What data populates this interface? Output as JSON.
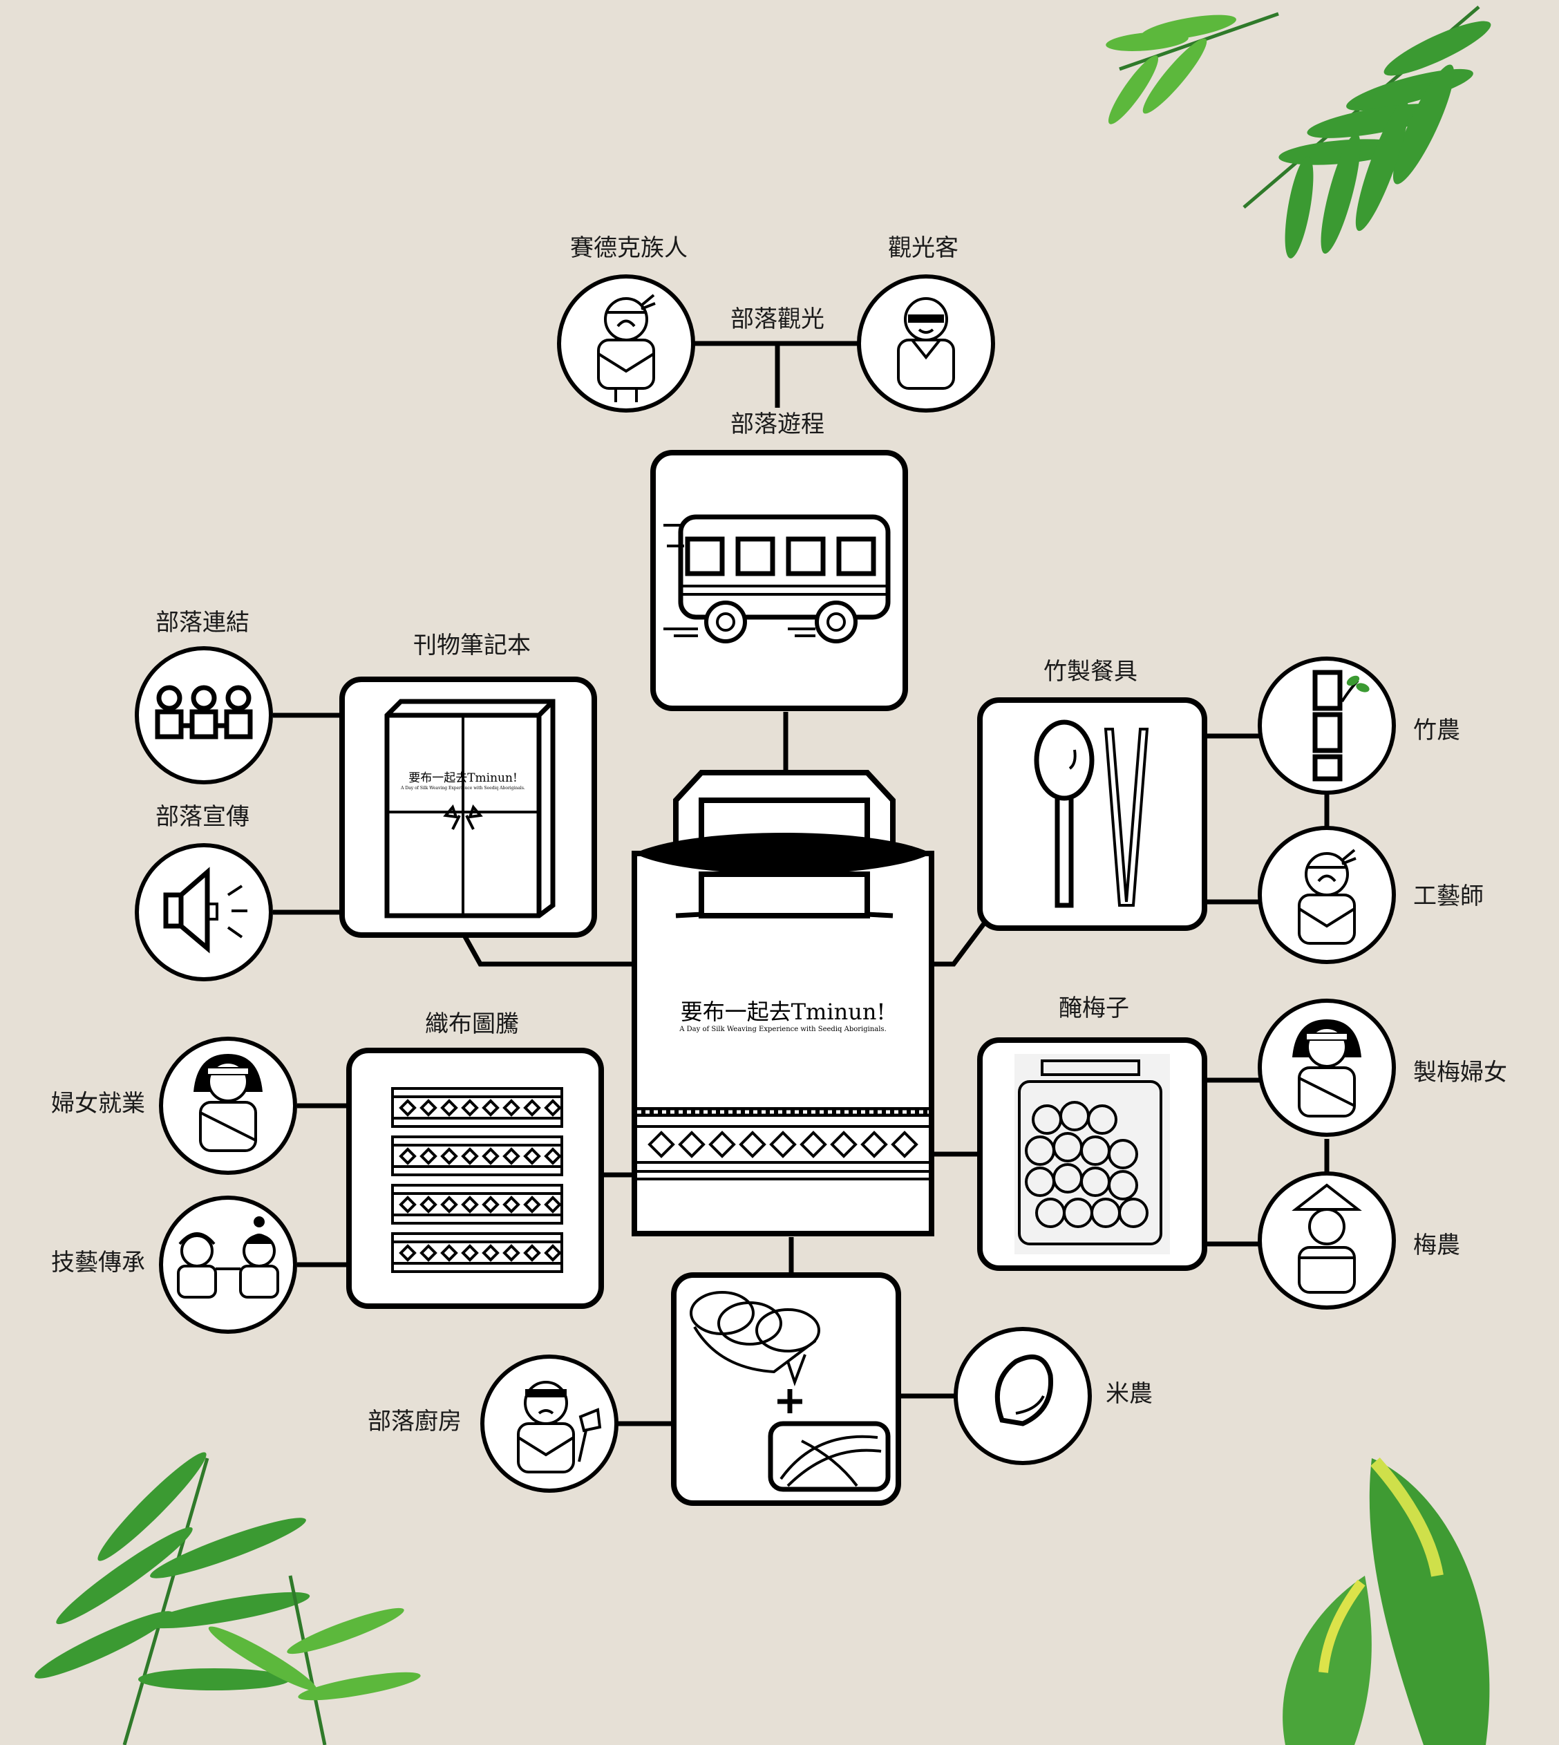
{
  "brand": {
    "title": "要布一起去Tminun!",
    "subtitle": "A Day of Silk Weaving Experience with Seediq Aboriginals."
  },
  "labels": {
    "seediq_people": "賽德克族人",
    "tourists": "觀光客",
    "tribal_tourism": "部落觀光",
    "tribal_tour": "部落遊程",
    "tribal_link": "部落連結",
    "publication_notebook": "刊物筆記本",
    "tribal_promotion": "部落宣傳",
    "bamboo_tableware": "竹製餐具",
    "bamboo_farmer": "竹農",
    "craftsman": "工藝師",
    "weaving_totem": "織布圖騰",
    "women_employment": "婦女就業",
    "skill_inheritance": "技藝傳承",
    "pickled_plum": "醃梅子",
    "plum_women": "製梅婦女",
    "plum_farmer": "梅農",
    "tribal_kitchen": "部落廚房",
    "rice_farmer": "米農"
  },
  "colors": {
    "background": "#e6e0d6",
    "line": "#000000",
    "box_fill": "#ffffff",
    "leaf": "#3b9a32"
  },
  "icons": [
    "bus-icon",
    "notebook-icon",
    "bag-icon",
    "spoon-chopsticks-icon",
    "jar-icon",
    "textile-icon",
    "food-icon",
    "speaker-icon",
    "people-group-icon",
    "bamboo-icon",
    "rice-grain-icon",
    "person-icon",
    "leaf-decoration-icon"
  ]
}
